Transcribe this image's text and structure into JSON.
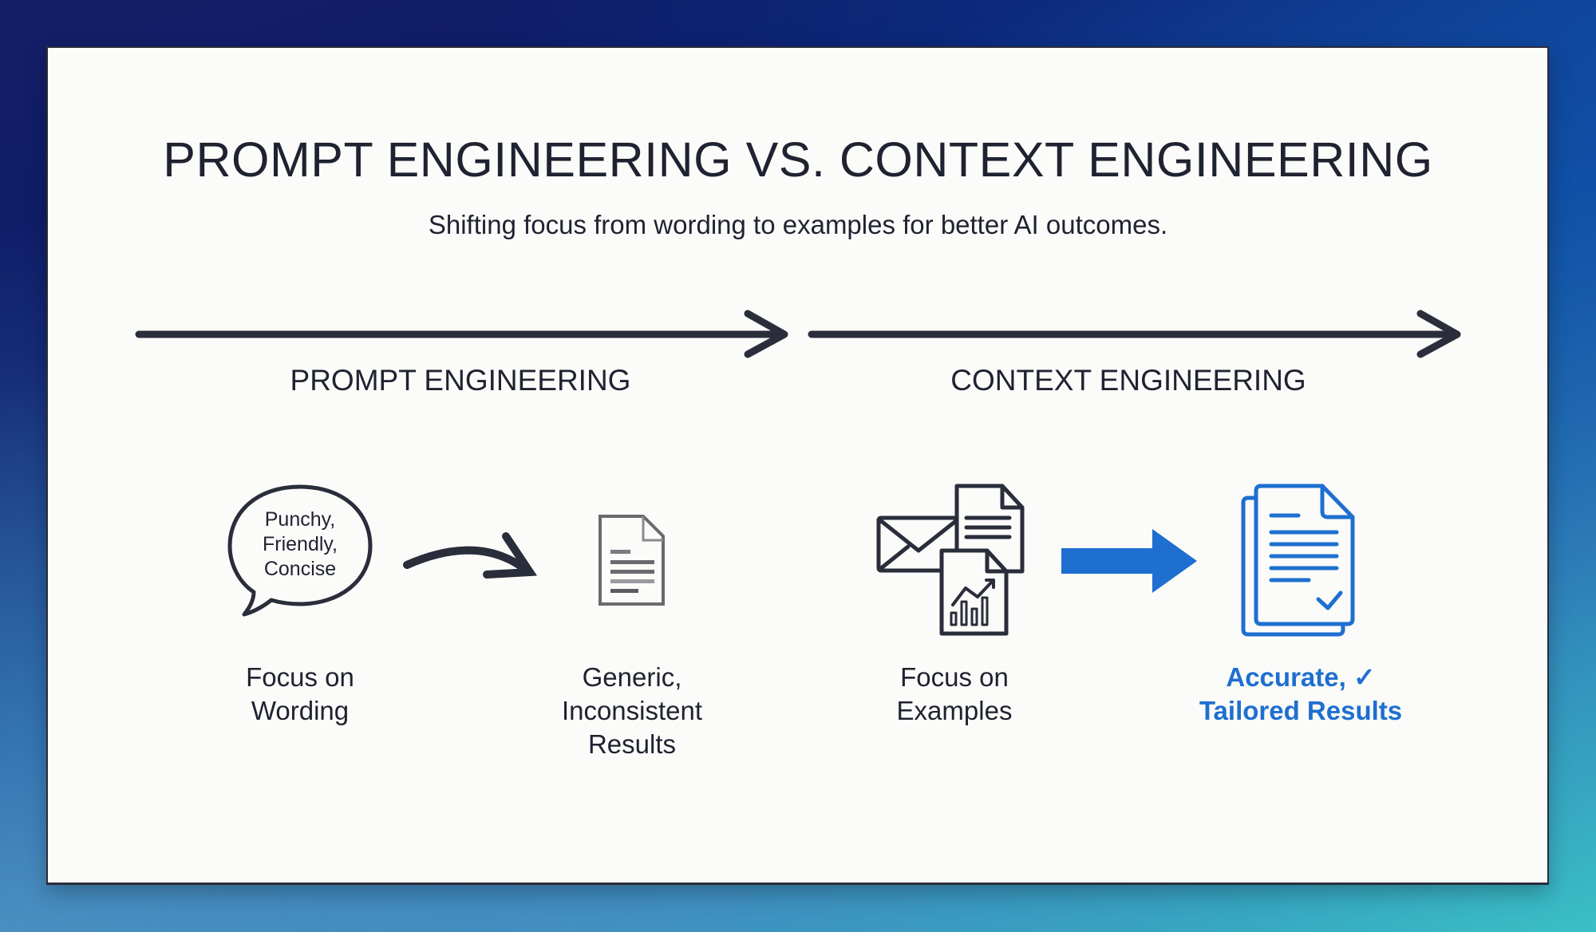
{
  "title": "PROMPT ENGINEERING VS. CONTEXT ENGINEERING",
  "subtitle": "Shifting focus from wording to examples for better AI outcomes.",
  "colors": {
    "text": "#1f2230",
    "arrow_dark": "#2a2d3a",
    "accent_blue": "#1e6fd0",
    "generic_gray": "#6a6a6e"
  },
  "sections": [
    {
      "label": "PROMPT ENGINEERING",
      "steps": [
        {
          "icon": "speech-bubble-icon",
          "bubble_lines": [
            "Punchy,",
            "Friendly,",
            "Concise"
          ],
          "caption_lines": [
            "Focus on",
            "Wording"
          ]
        },
        {
          "icon": "generic-document-icon",
          "caption_lines": [
            "Generic,",
            "Inconsistent",
            "Results"
          ]
        }
      ],
      "connector": "curved-arrow-icon"
    },
    {
      "label": "CONTEXT ENGINEERING",
      "steps": [
        {
          "icon": "examples-icon",
          "caption_lines": [
            "Focus on",
            "Examples"
          ]
        },
        {
          "icon": "verified-document-icon",
          "caption_lines": [
            "Accurate, ✓",
            "Tailored Results"
          ]
        }
      ],
      "connector": "blue-arrow-icon"
    }
  ]
}
